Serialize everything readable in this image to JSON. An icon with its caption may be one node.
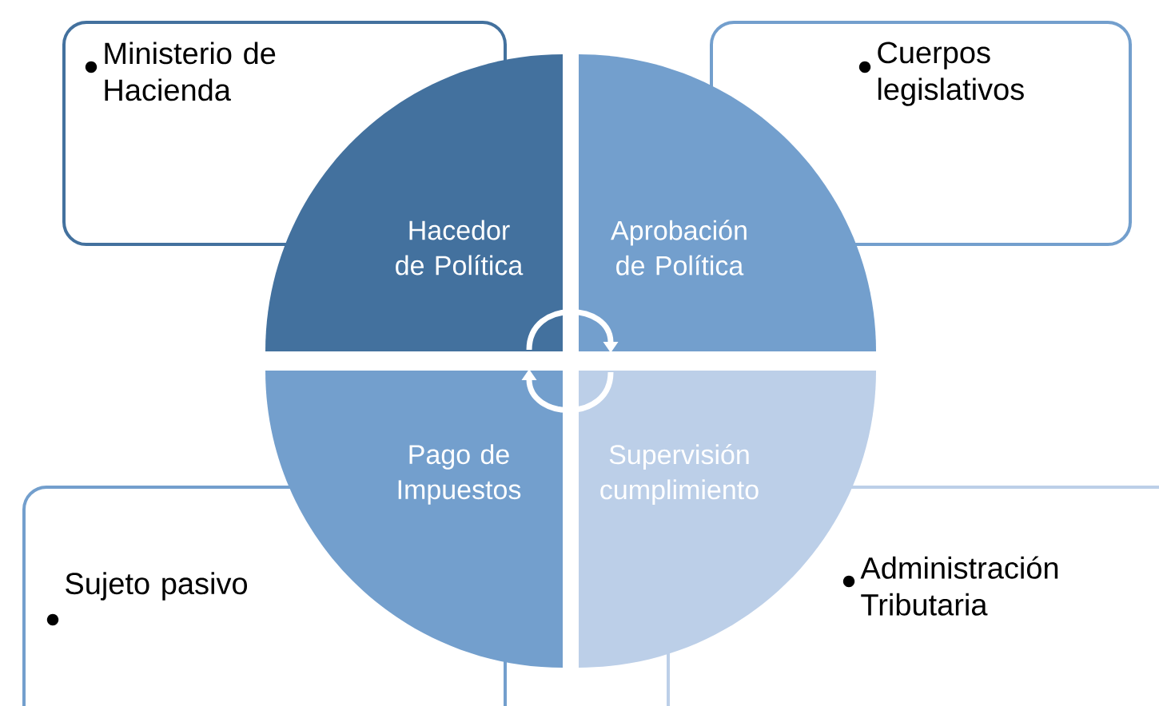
{
  "diagram": {
    "nodes": [
      {
        "text": [
          "Ministerio de Hacienda"
        ]
      },
      {
        "text": [
          "Cuerpos legislativos"
        ]
      },
      {
        "text": [
          "Hacedor de Política"
        ]
      },
      {
        "text": [
          "Aprobación de Política"
        ]
      },
      {
        "text": [
          "Pago de Impuestos"
        ]
      },
      {
        "text": [
          "Supervisión cumplimiento"
        ]
      },
      {
        "text": [
          "Sujeto pasivo"
        ]
      },
      {
        "text": [
          "Administración Tributaria"
        ]
      }
    ],
    "edges": [
      {
        "from": 2,
        "to": 3,
        "arrow": "to"
      },
      {
        "from": 5,
        "to": 4,
        "arrow": "to"
      }
    ]
  }
}
